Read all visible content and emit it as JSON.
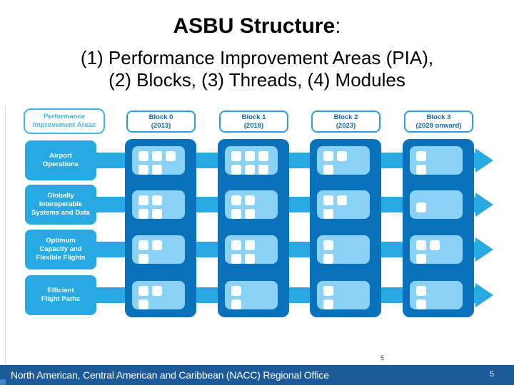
{
  "slide": {
    "title": "ASBU Structure",
    "title_colon": ":",
    "subtitle_line1": "(1) Performance Improvement Areas (PIA),",
    "subtitle_line2": "(2) Blocks, (3) Threads, (4) Modules"
  },
  "diagram": {
    "pia_header": {
      "lines": [
        "Performance",
        "Improvement Areas"
      ]
    },
    "blocks": [
      {
        "name": "Block 0",
        "year": "(2013)"
      },
      {
        "name": "Block 1",
        "year": "(2018)"
      },
      {
        "name": "Block 2",
        "year": "(2023)"
      },
      {
        "name": "Block 3",
        "year": "(2028 onward)"
      }
    ],
    "pias": [
      {
        "label": "Airport Operations",
        "lines": [
          "Airport",
          "Operations"
        ]
      },
      {
        "label": "Globally Interoperable Systems and Data",
        "lines": [
          "Globally",
          "Interoperable",
          "Systems and Data"
        ]
      },
      {
        "label": "Optimum Capacity and Flexible Flights",
        "lines": [
          "Optimum",
          "Capacity and",
          "Flexible Flights"
        ]
      },
      {
        "label": "Efficient Flight Paths",
        "lines": [
          "Efficient",
          "Flight Paths"
        ]
      }
    ],
    "modules": {
      "note": "grid[pia_row][block] = list of module squares as [col,row] inside each cell",
      "grid": [
        [
          [
            [
              0,
              0
            ],
            [
              1,
              0
            ],
            [
              2,
              0
            ],
            [
              0,
              1
            ],
            [
              1,
              1
            ]
          ],
          [
            [
              0,
              0
            ],
            [
              1,
              0
            ],
            [
              2,
              0
            ],
            [
              0,
              1
            ],
            [
              1,
              1
            ],
            [
              2,
              1
            ]
          ],
          [
            [
              0,
              0
            ],
            [
              1,
              0
            ],
            [
              0,
              1
            ]
          ],
          [
            [
              0,
              0
            ],
            [
              0,
              1
            ]
          ]
        ],
        [
          [
            [
              0,
              0
            ],
            [
              1,
              0
            ],
            [
              0,
              1
            ],
            [
              1,
              1
            ]
          ],
          [
            [
              0,
              0
            ],
            [
              1,
              0
            ],
            [
              0,
              1
            ],
            [
              1,
              1
            ]
          ],
          [
            [
              0,
              0
            ],
            [
              1,
              0
            ],
            [
              0,
              1
            ]
          ],
          [
            [
              0,
              0.5
            ]
          ]
        ],
        [
          [
            [
              0,
              0
            ],
            [
              1,
              0
            ],
            [
              0,
              1
            ]
          ],
          [
            [
              0,
              0
            ],
            [
              1,
              0
            ],
            [
              0,
              1
            ],
            [
              1,
              1
            ]
          ],
          [
            [
              0,
              0
            ],
            [
              0,
              1
            ]
          ],
          [
            [
              0,
              0
            ],
            [
              1,
              0
            ],
            [
              0,
              1
            ]
          ]
        ],
        [
          [
            [
              0,
              0
            ],
            [
              1,
              0
            ],
            [
              0,
              1
            ]
          ],
          [
            [
              0,
              0
            ],
            [
              0,
              1
            ]
          ],
          [
            [
              0,
              0
            ],
            [
              0,
              1
            ]
          ],
          [
            [
              0,
              0
            ],
            [
              0,
              1
            ]
          ]
        ]
      ]
    }
  },
  "footer": {
    "text": "North American, Central American and Caribbean (NACC) Regional Office",
    "page": "5",
    "artifact_mark": "5"
  },
  "colors": {
    "medium_blue": "#29A9E1",
    "dark_blue": "#0A72BA",
    "light_blue": "#8AD2F5",
    "block_header_text": "#1467A8",
    "block_header_border": "#2E9FD8",
    "pia_header_blue": "#41B6E6",
    "footer_bar": "#1D5A99",
    "title_text": "#000000",
    "footer_text": "#FFFFFF"
  },
  "layout_numbers": {
    "block_column_lefts": [
      175,
      305,
      434,
      564
    ],
    "pia_row_tops": [
      197,
      259,
      322,
      386
    ],
    "arrow_row_centers": [
      225,
      287,
      350,
      414
    ]
  }
}
